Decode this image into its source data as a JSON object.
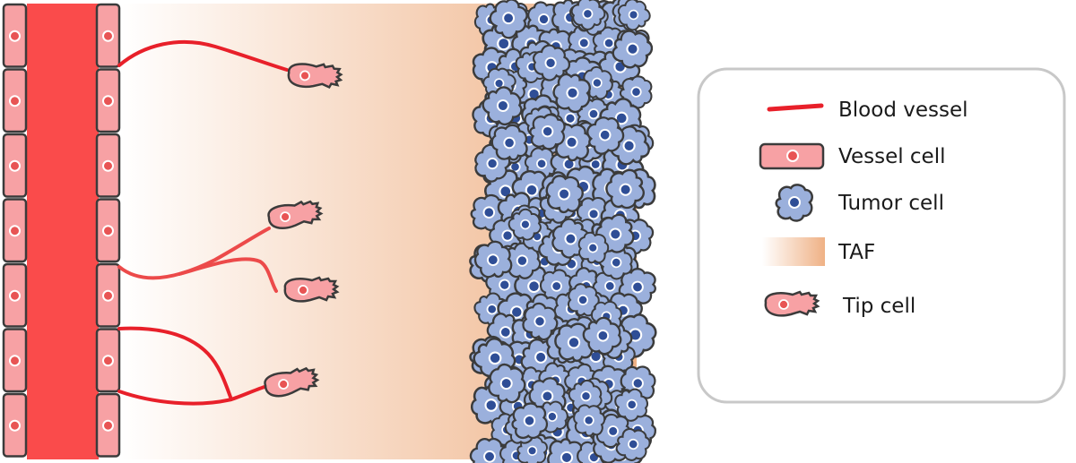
{
  "colors": {
    "vessel_red": "#fa4b4b",
    "vessel_line": "#e8202a",
    "vessel_cell_fill": "#f7a1a4",
    "vessel_cell_nucleus": "#e85454",
    "cell_outline": "#3b3b3b",
    "tumor_fill": "#9bb0dc",
    "tumor_nucleus": "#2f4e96",
    "tumor_nucleus_ring": "#ffffff",
    "taf_start": "#ffffff",
    "taf_end": "#efb185",
    "legend_border": "#c8c8c8"
  },
  "legend": {
    "items": [
      {
        "key": "blood_vessel",
        "label": "Blood vessel",
        "icon": "red-line"
      },
      {
        "key": "vessel_cell",
        "label": "Vessel cell",
        "icon": "pink-rectangle-cell"
      },
      {
        "key": "tumor_cell",
        "label": "Tumor cell",
        "icon": "blue-blob-cell"
      },
      {
        "key": "taf",
        "label": "TAF",
        "icon": "white-to-orange-gradient"
      },
      {
        "key": "tip_cell",
        "label": "Tip cell",
        "icon": "pink-tip-cell"
      }
    ]
  }
}
